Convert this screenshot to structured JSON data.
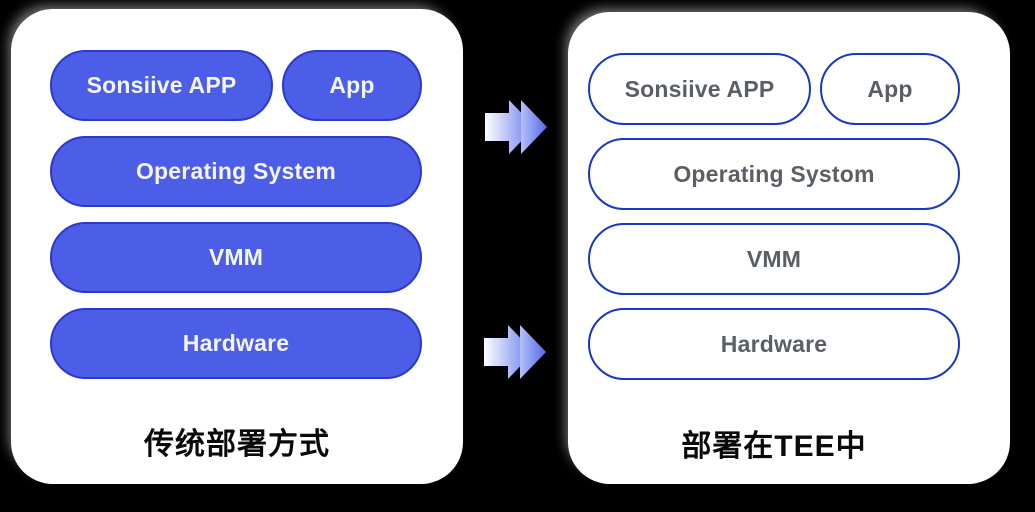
{
  "colors": {
    "background": "#000000",
    "panel": "#ffffff",
    "filled_pill_fill": "#4c5ee8",
    "filled_pill_border": "#2c38cc",
    "filled_pill_text": "#f4f6fb",
    "outlined_pill_fill": "#ffffff",
    "outlined_pill_border": "#1837c8",
    "outlined_pill_text": "#5a5f66",
    "caption_text": "#0a0a0a",
    "arrow_gradient_start": "#ffffff",
    "arrow_gradient_end": "#6277ee",
    "arrow_front_gradient_start": "#b3c0f7",
    "arrow_front_gradient_end": "#5669ea"
  },
  "left_panel": {
    "caption": "传统部署方式",
    "pill_style": "filled",
    "rows": [
      {
        "pills": [
          {
            "label": "Sonsiive APP"
          },
          {
            "label": "App"
          }
        ]
      },
      {
        "pills": [
          {
            "label": "Operating System"
          }
        ]
      },
      {
        "pills": [
          {
            "label": "VMM"
          }
        ]
      },
      {
        "pills": [
          {
            "label": "Hardware"
          }
        ]
      }
    ]
  },
  "right_panel": {
    "caption": "部署在TEE中",
    "pill_style": "outlined",
    "rows": [
      {
        "pills": [
          {
            "label": "Sonsiive APP"
          },
          {
            "label": "App"
          }
        ]
      },
      {
        "pills": [
          {
            "label": "Operating Systom"
          }
        ]
      },
      {
        "pills": [
          {
            "label": "VMM"
          }
        ]
      },
      {
        "pills": [
          {
            "label": "Hardware"
          }
        ]
      }
    ]
  },
  "arrows": [
    {
      "name": "top transition arrow",
      "direction": "right"
    },
    {
      "name": "bottom transition arrow",
      "direction": "right"
    }
  ]
}
